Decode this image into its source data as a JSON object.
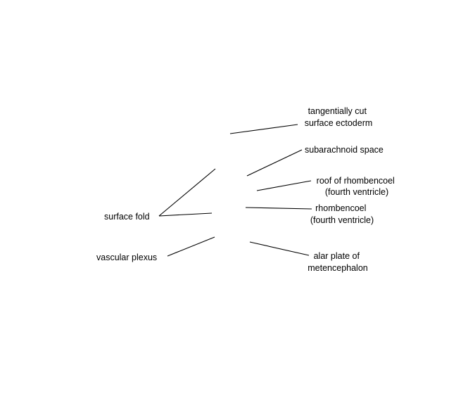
{
  "labels": {
    "tangential_ectoderm": {
      "line1": "tangentially cut",
      "line2": "surface ectoderm"
    },
    "subarachnoid_space": {
      "line1": "subarachnoid space"
    },
    "roof_rhombencoel": {
      "line1": "roof of rhombencoel",
      "line2": "(fourth ventricle)"
    },
    "rhombencoel": {
      "line1": "rhombencoel",
      "line2": "(fourth ventricle)"
    },
    "alar_plate": {
      "line1": "alar plate of",
      "line2": "metencephalon"
    },
    "surface_fold": {
      "line1": "surface fold"
    },
    "vascular_plexus": {
      "line1": "vascular plexus"
    }
  },
  "colors": {
    "background": "#ffffff",
    "ink": "#000000"
  }
}
